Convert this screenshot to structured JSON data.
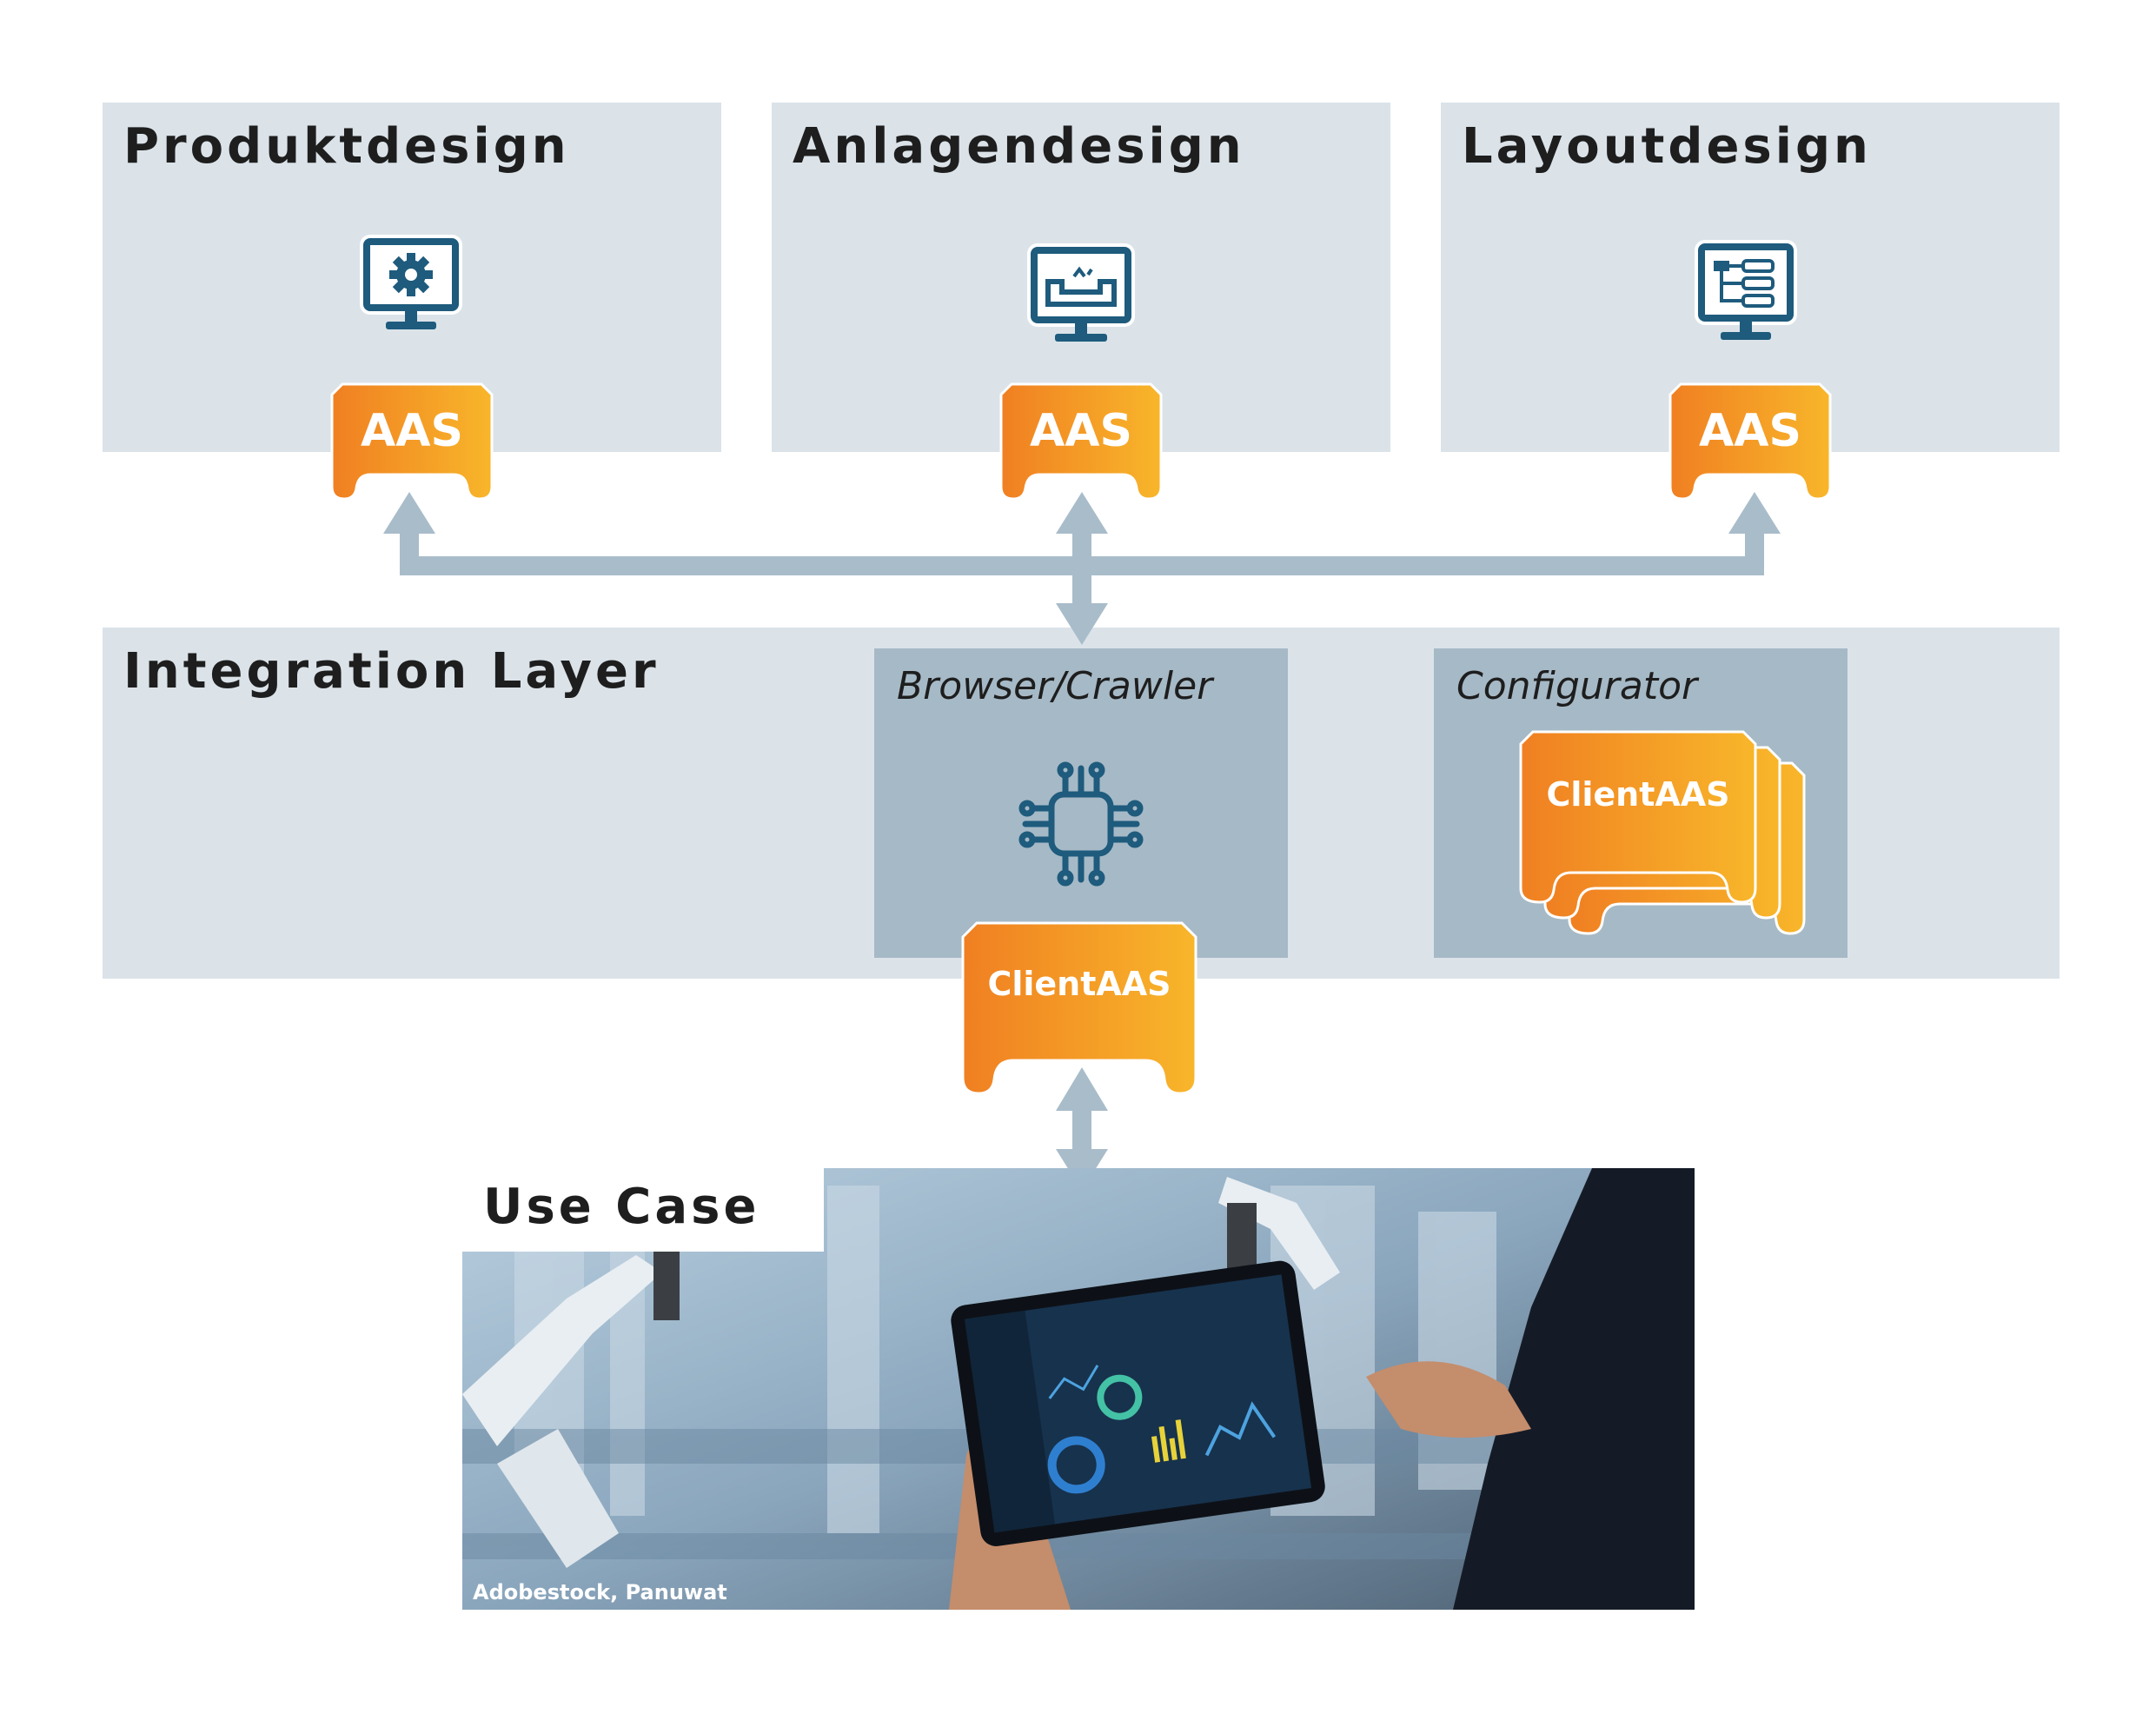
{
  "panels": {
    "produktdesign": {
      "title": "Produktdesign",
      "badge": "AAS",
      "icon": "monitor-gear-icon"
    },
    "anlagendesign": {
      "title": "Anlagendesign",
      "badge": "AAS",
      "icon": "monitor-plant-icon"
    },
    "layoutdesign": {
      "title": "Layoutdesign",
      "badge": "AAS",
      "icon": "monitor-flowchart-icon"
    }
  },
  "integration_layer": {
    "title": "Integration Layer",
    "browser_crawler": {
      "title": "Browser/Crawler",
      "icon": "chip-circuit-icon",
      "badge": "ClientAAS"
    },
    "configurator": {
      "title": "Configurator",
      "badge": "ClientAAS"
    }
  },
  "use_case": {
    "title": "Use Case",
    "photo_credit": "Adobestock, Panuwat",
    "photo": "industrial-tablet-photo"
  },
  "colors": {
    "panel_bg": "#dbe3e9",
    "sub_panel_bg": "#a6b9c6",
    "badge_orange_left": "#f07f22",
    "badge_orange_right": "#f8b62a",
    "arrow": "#a9bcca",
    "icon_blue": "#1e5b7d"
  }
}
